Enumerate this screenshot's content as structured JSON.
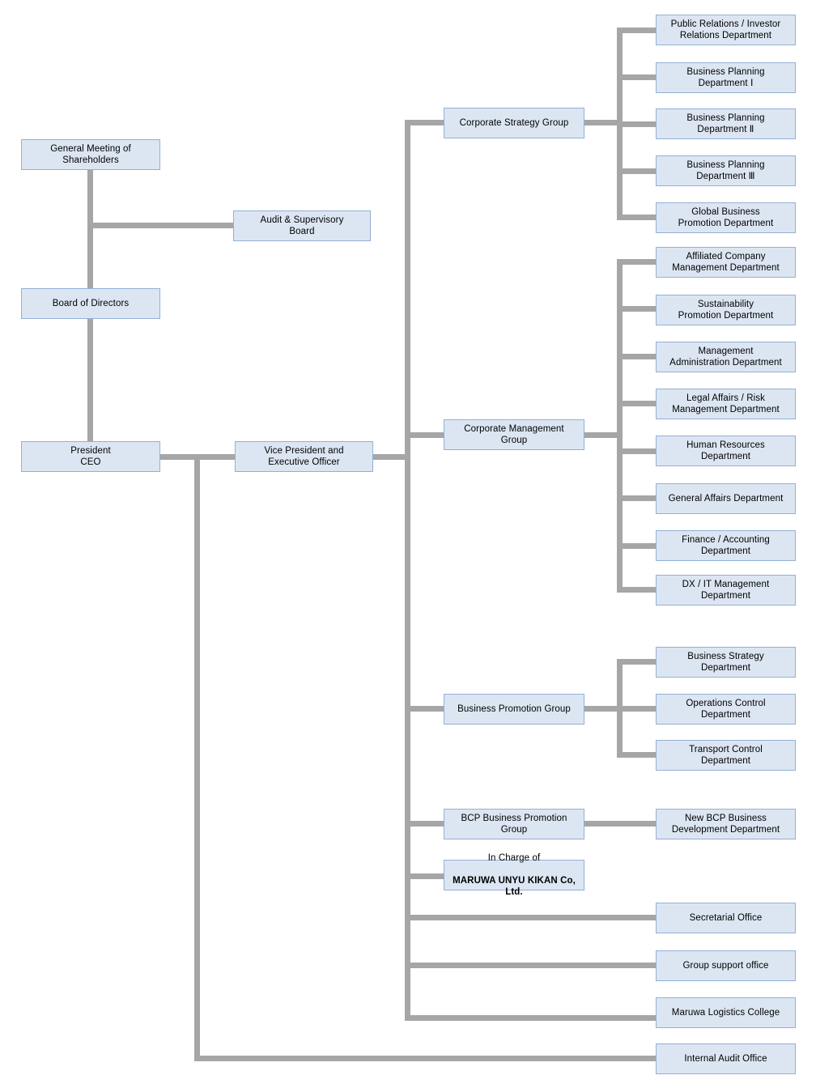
{
  "title": "Organization Chart",
  "colors": {
    "node_fill": "#dce6f2",
    "node_border": "#93b0d4",
    "connector": "#a6a6a6",
    "text": "#000000",
    "background": "#ffffff"
  },
  "nodes": {
    "general_meeting": "General Meeting of\nShareholders",
    "audit_supervisory_board": "Audit & Supervisory\nBoard",
    "board_of_directors": "Board of Directors",
    "president_ceo": "President\nCEO",
    "vice_president": "Vice President and\nExecutive Officer",
    "corporate_strategy_group": "Corporate Strategy Group",
    "corporate_management_group": "Corporate Management\nGroup",
    "business_promotion_group": "Business Promotion Group",
    "bcp_business_promotion_group": "BCP Business Promotion\nGroup",
    "in_charge_of_maruwa_line1": "In Charge of",
    "in_charge_of_maruwa_line2": "MARUWA UNYU KIKAN Co, Ltd.",
    "public_relations": "Public Relations / Investor\nRelations Department",
    "business_planning_1": "Business Planning\nDepartment Ⅰ",
    "business_planning_2": "Business Planning\nDepartment Ⅱ",
    "business_planning_3": "Business Planning\nDepartment Ⅲ",
    "global_business_promotion": "Global Business\nPromotion Department",
    "affiliated_company_mgmt": "Affiliated Company\nManagement Department",
    "sustainability_promotion": "Sustainability\nPromotion Department",
    "management_administration": "Management\nAdministration Department",
    "legal_affairs_risk": "Legal Affairs / Risk\nManagement Department",
    "human_resources": "Human Resources\nDepartment",
    "general_affairs": "General Affairs Department",
    "finance_accounting": "Finance / Accounting\nDepartment",
    "dx_it_management": "DX / IT Management\nDepartment",
    "business_strategy": "Business Strategy\nDepartment",
    "operations_control": "Operations Control\nDepartment",
    "transport_control": "Transport Control\nDepartment",
    "new_bcp_business_dev": "New BCP Business\nDevelopment Department",
    "secretarial_office": "Secretarial Office",
    "group_support_office": "Group support office",
    "maruwa_logistics_college": "Maruwa Logistics College",
    "internal_audit_office": "Internal Audit Office"
  },
  "hierarchy": {
    "top": [
      "General Meeting of Shareholders",
      "Audit & Supervisory Board",
      "Board of Directors",
      "President CEO",
      "Vice President and Executive Officer"
    ],
    "groups": [
      {
        "name": "Corporate Strategy Group",
        "children": [
          "Public Relations / Investor Relations Department",
          "Business Planning Department Ⅰ",
          "Business Planning Department Ⅱ",
          "Business Planning Department Ⅲ",
          "Global Business Promotion Department"
        ]
      },
      {
        "name": "Corporate Management Group",
        "children": [
          "Affiliated Company Management Department",
          "Sustainability Promotion Department",
          "Management Administration Department",
          "Legal Affairs / Risk Management Department",
          "Human Resources Department",
          "General Affairs Department",
          "Finance / Accounting Department",
          "DX / IT Management Department"
        ]
      },
      {
        "name": "Business Promotion Group",
        "children": [
          "Business Strategy Department",
          "Operations Control Department",
          "Transport Control Department"
        ]
      },
      {
        "name": "BCP Business Promotion Group",
        "children": [
          "New BCP Business Development Department"
        ]
      },
      {
        "name": "In Charge of MARUWA UNYU KIKAN Co, Ltd.",
        "children": []
      }
    ],
    "direct_offices": [
      "Secretarial Office",
      "Group support office",
      "Maruwa Logistics College"
    ],
    "president_direct": [
      "Internal Audit Office"
    ]
  }
}
